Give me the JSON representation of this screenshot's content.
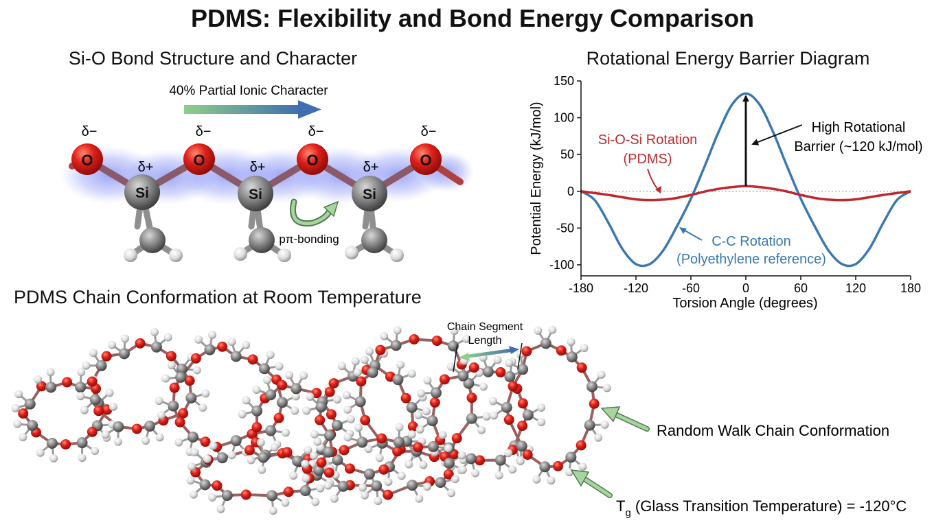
{
  "title": "PDMS: Flexibility and Bond Energy Comparison",
  "bond_panel": {
    "title": "Si-O Bond Structure and Character",
    "ionic_label": "40% Partial Ionic Character",
    "oxygen_label": "O",
    "silicon_label": "Si",
    "delta_minus": "δ−",
    "delta_plus": "δ+",
    "p_pi_label": "pπ-bonding"
  },
  "chart_panel": {
    "title": "Rotational Energy Barrier Diagram",
    "annotation_barrier_line1": "High Rotational",
    "annotation_barrier_line2": "Barrier (~120 kJ/mol)",
    "sio_label_line1": "Si-O-Si Rotation",
    "sio_label_line2": "(PDMS)",
    "cc_label_line1": "C-C Rotation",
    "cc_label_line2": "(Polyethylene reference)"
  },
  "conformation_panel": {
    "title": "PDMS Chain Conformation at Room Temperature",
    "segment_label_line1": "Chain Segment",
    "segment_label_line2": "Length",
    "random_walk_label": "Random Walk Chain Conformation",
    "tg_symbol": "T",
    "tg_subscript": "g",
    "tg_text": " (Glass Transition Temperature) = -120°C"
  },
  "colors": {
    "sio_curve": "#c0282d",
    "cc_curve": "#3a78b0",
    "oxygen": "#e0201a",
    "silicon": "#8a8a8a",
    "electron_cloud": "#4b5cf0",
    "annotation_arrow": "#9fc7a4"
  },
  "chart_data": {
    "type": "line",
    "xlabel": "Torsion Angle (degrees)",
    "ylabel": "Potential Energy (kJ/mol)",
    "xlim": [
      -180,
      180
    ],
    "ylim": [
      -115,
      150
    ],
    "xticks": [
      -180,
      -120,
      -60,
      0,
      60,
      120,
      180
    ],
    "yticks": [
      -100,
      -50,
      0,
      50,
      100,
      150
    ],
    "series": [
      {
        "name": "C-C Rotation (Polyethylene reference)",
        "x": [
          -180,
          -165,
          -150,
          -135,
          -120,
          -105,
          -90,
          -75,
          -60,
          -45,
          -30,
          -15,
          0,
          15,
          30,
          45,
          60,
          75,
          90,
          105,
          120,
          135,
          150,
          165,
          180
        ],
        "y": [
          0,
          -12,
          -43,
          -78,
          -99,
          -99,
          -80,
          -47,
          -10,
          34,
          80,
          118,
          133,
          118,
          80,
          34,
          -10,
          -47,
          -80,
          -99,
          -99,
          -78,
          -43,
          -12,
          0
        ]
      },
      {
        "name": "Si-O-Si Rotation (PDMS)",
        "x": [
          -180,
          -150,
          -120,
          -100,
          -80,
          -60,
          -40,
          -20,
          0,
          20,
          40,
          60,
          80,
          100,
          120,
          150,
          180
        ],
        "y": [
          0,
          -5,
          -11,
          -12,
          -10,
          -5,
          1,
          5,
          7,
          5,
          1,
          -5,
          -10,
          -12,
          -11,
          -5,
          0
        ]
      }
    ]
  }
}
